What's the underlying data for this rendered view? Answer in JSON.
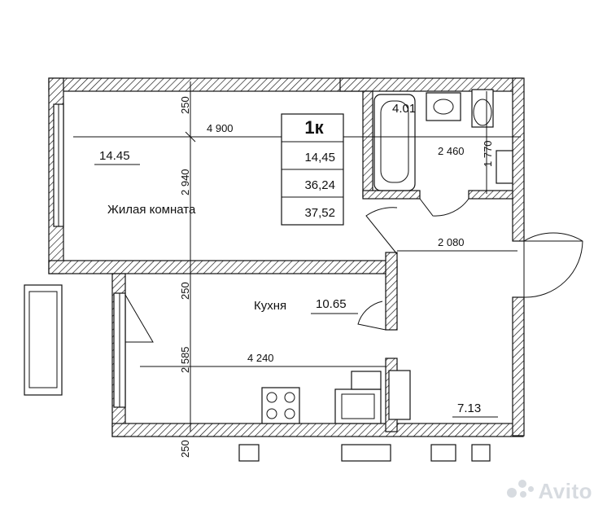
{
  "plan": {
    "apartment_type": "1к",
    "summary": {
      "living_area": "14,45",
      "total_area_no_balcony": "36,24",
      "total_area": "37,52"
    },
    "rooms": {
      "living": {
        "name": "Жилая комната",
        "area": "14.45"
      },
      "kitchen": {
        "name": "Кухня",
        "area": "10.65"
      },
      "bathroom": {
        "area": "4.01"
      },
      "hall": {
        "area": "7.13"
      }
    },
    "dimensions": {
      "living_width": "4 900",
      "living_depth": "2 940",
      "kitchen_width": "4 240",
      "kitchen_depth": "2 585",
      "bath_width": "2 460",
      "bath_depth": "1 770",
      "hall_width": "2 080",
      "wall_top": "250",
      "wall_mid": "250",
      "wall_bottom": "250"
    }
  },
  "watermark": {
    "text": "Avito"
  }
}
